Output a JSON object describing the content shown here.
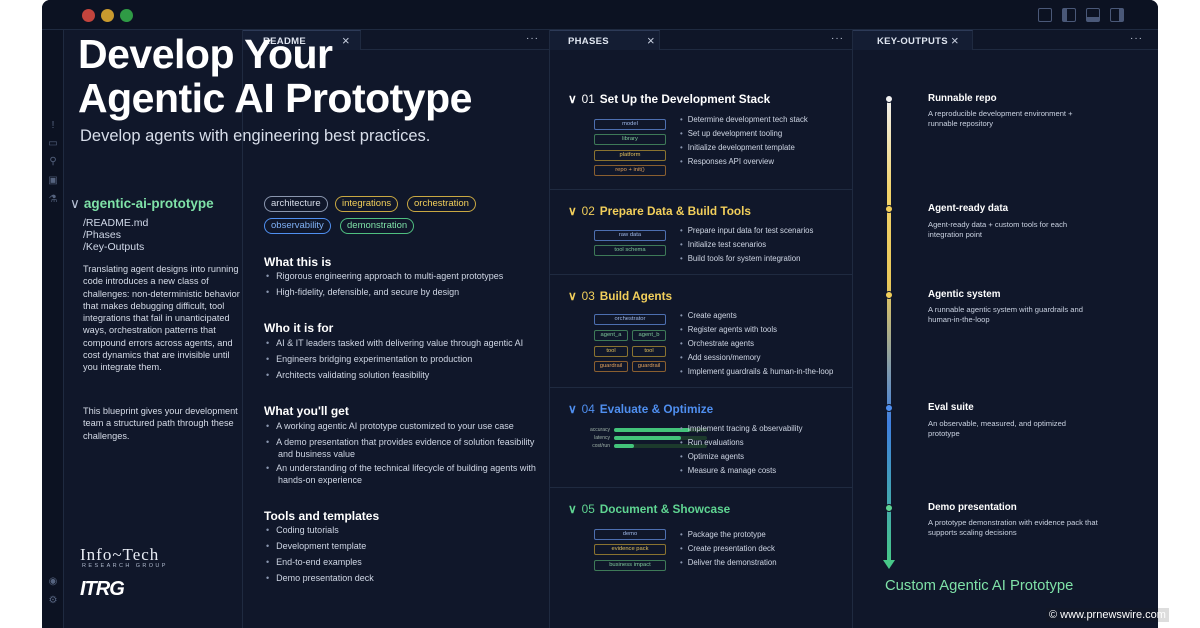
{
  "window": {
    "layout_icons": [
      "layout-grid-icon",
      "layout-sidebar-icon",
      "layout-panel-icon",
      "layout-split-icon"
    ]
  },
  "activity_bar": {
    "icons": [
      "info-icon",
      "file-icon",
      "search-icon",
      "folder-icon",
      "flask-icon"
    ],
    "bottom_icons": [
      "user-icon",
      "gear-icon"
    ]
  },
  "hero": {
    "title_line1": "Develop Your",
    "title_line2": "Agentic AI Prototype",
    "subtitle": "Develop agents with engineering best practices."
  },
  "tree": {
    "root": "agentic-ai-prototype",
    "items": [
      "/README.md",
      "/Phases",
      "/Key-Outputs"
    ]
  },
  "left_text": {
    "para1": "Translating agent designs into running code introduces a new class of challenges: non-deterministic behavior that makes debugging difficult, tool integrations that fail in unanticipated ways, orchestration patterns that compound errors across agents, and cost dynamics that are invisible until you integrate them.",
    "para2": "This blueprint gives your development team a structured path through these challenges."
  },
  "logo": {
    "name": "Info~Tech",
    "sub": "RESEARCH GROUP",
    "mark": "ITRG"
  },
  "tabs": {
    "readme": "README",
    "phases": "PHASES",
    "outputs": "KEY-OUTPUTS",
    "close": "×",
    "more": "···"
  },
  "readme": {
    "chips": [
      "architecture",
      "integrations",
      "orchestration",
      "observability",
      "demonstration"
    ],
    "sections": [
      {
        "title": "What this is",
        "bullets": [
          "Rigorous engineering approach to multi-agent prototypes",
          "High-fidelity, defensible, and secure by design"
        ]
      },
      {
        "title": "Who it is for",
        "bullets": [
          "AI & IT leaders tasked with delivering value through agentic AI",
          "Engineers bridging experimentation to production",
          "Architects validating solution feasibility"
        ]
      },
      {
        "title": "What you'll get",
        "bullets": [
          "A working agentic AI prototype customized to your use case",
          "A demo presentation that provides evidence of solution feasibility and business value",
          "An understanding of the technical lifecycle of building agents with hands-on experience"
        ]
      },
      {
        "title": "Tools and templates",
        "bullets": [
          "Coding tutorials",
          "Development template",
          "End-to-end examples",
          "Demo presentation deck"
        ]
      }
    ]
  },
  "phases": [
    {
      "num": "01",
      "title": "Set Up the Development Stack",
      "color": "#ffffff",
      "items": [
        "Determine development tech stack",
        "Set up development tooling",
        "Initialize development template",
        "Responses API overview"
      ],
      "diagram": [
        "model",
        "library",
        "platform",
        "repo + init()"
      ]
    },
    {
      "num": "02",
      "title": "Prepare Data & Build Tools",
      "color": "#f2cf5b",
      "items": [
        "Prepare input data for test scenarios",
        "Initialize test scenarios",
        "Build tools for system integration"
      ],
      "diagram": [
        "raw data",
        "tool schema"
      ]
    },
    {
      "num": "03",
      "title": "Build Agents",
      "color": "#f2cf5b",
      "items": [
        "Create agents",
        "Register agents with tools",
        "Orchestrate agents",
        "Add session/memory",
        "Implement guardrails & human-in-the-loop"
      ],
      "diagram": [
        "orchestrator",
        "agent_a",
        "agent_b",
        "tool",
        "tool",
        "guardrail",
        "guardrail"
      ]
    },
    {
      "num": "04",
      "title": "Evaluate & Optimize",
      "color": "#4f8ff0",
      "items": [
        "Implement tracing & observability",
        "Run evaluations",
        "Optimize agents",
        "Measure & manage costs"
      ],
      "diagram": [
        "accuracy",
        "latency",
        "cost/run"
      ]
    },
    {
      "num": "05",
      "title": "Document & Showcase",
      "color": "#5fd592",
      "items": [
        "Package the prototype",
        "Create presentation deck",
        "Deliver the demonstration"
      ],
      "diagram": [
        "demo",
        "evidence pack",
        "business impact"
      ]
    }
  ],
  "eval_metrics": [
    0.82,
    0.72,
    0.22
  ],
  "key_outputs": [
    {
      "title": "Runnable repo",
      "desc": "A reproducible development environment + runnable repository",
      "color": "#f2f2f2"
    },
    {
      "title": "Agent-ready data",
      "desc": "Agent-ready data + custom tools for each integration point",
      "color": "#f2cf5b"
    },
    {
      "title": "Agentic system",
      "desc": "A runnable agentic system with guardrails and human-in-the-loop",
      "color": "#f2cf5b"
    },
    {
      "title": "Eval suite",
      "desc": "An observable, measured, and optimized prototype",
      "color": "#4f8ff0"
    },
    {
      "title": "Demo presentation",
      "desc": "A prototype demonstration with evidence pack that supports scaling decisions",
      "color": "#5fd592"
    }
  ],
  "final_output": "Custom Agentic AI Prototype",
  "watermark": "© www.prnewswire.com",
  "colors": {
    "background": "#10172a",
    "green": "#7fe2a8",
    "yellow": "#f2cf5b",
    "blue": "#4f8ff0"
  }
}
